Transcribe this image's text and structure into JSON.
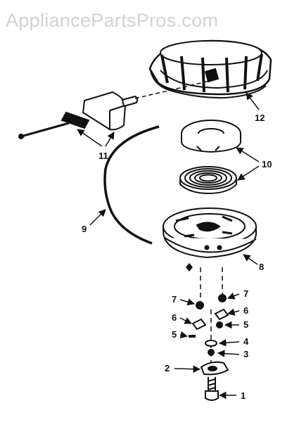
{
  "watermark": "AppliancePartsPros.com",
  "callouts": {
    "p1": "1",
    "p2": "2",
    "p3": "3",
    "p4": "4",
    "p5_right": "5",
    "p5_left": "5",
    "p6_right": "6",
    "p6_left": "6",
    "p7_right": "7",
    "p7_left": "7",
    "p8": "8",
    "p9": "9",
    "p10": "10",
    "p11": "11",
    "p12": "12"
  }
}
